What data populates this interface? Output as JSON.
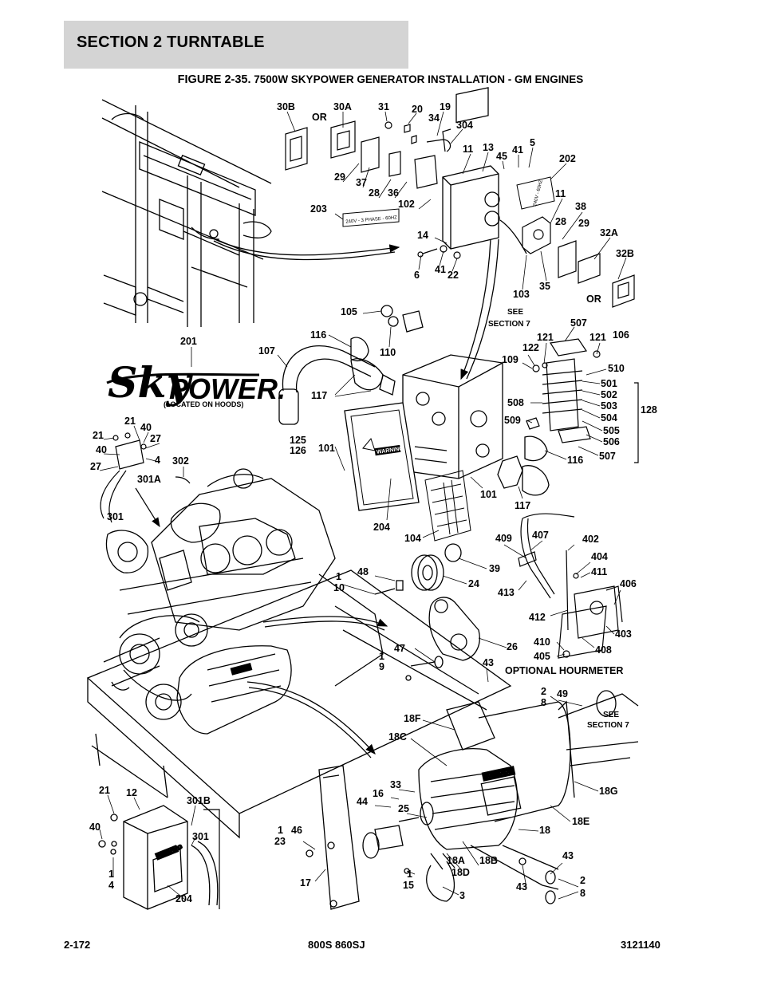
{
  "header": {
    "section": "SECTION 2   TURNTABLE",
    "figure_number": "FIGURE 2-35.",
    "figure_title": "7500W SKYPOWER GENERATOR INSTALLATION - GM ENGINES"
  },
  "logo": {
    "sky": "Sky",
    "power": "POWER.",
    "caption": "(LOCATED ON HOODS)"
  },
  "decals": {
    "label_203": "240V - 3 PHASE - 60HZ",
    "label_202": "240V - 60HZ",
    "warning": "WARNING"
  },
  "notes": {
    "see_section_1": "SEE",
    "see_section_2": "SECTION 7",
    "optional_hourmeter": "OPTIONAL HOURMETER",
    "or": "OR"
  },
  "callouts": {
    "c30B": "30B",
    "c30A": "30A",
    "c31": "31",
    "c20": "20",
    "c19": "19",
    "c34": "34",
    "c304": "304",
    "c11a": "11",
    "c13": "13",
    "c45": "45",
    "c41a": "41",
    "c5": "5",
    "c202": "202",
    "c29a": "29",
    "c37": "37",
    "c28a": "28",
    "c36": "36",
    "c102": "102",
    "c203": "203",
    "c11b": "11",
    "c38": "38",
    "c28b": "28",
    "c29b": "29",
    "c32A": "32A",
    "c32B": "32B",
    "c14": "14",
    "c6": "6",
    "c41b": "41",
    "c22": "22",
    "c103": "103",
    "c35": "35",
    "c105": "105",
    "c116a": "116",
    "c110": "110",
    "c107": "107",
    "c117a": "117",
    "c125": "125",
    "c126": "126",
    "c201": "201",
    "c507a": "507",
    "c121a": "121",
    "c121b": "121",
    "c106": "106",
    "c122": "122",
    "c109": "109",
    "c510": "510",
    "c501": "501",
    "c502": "502",
    "c503": "503",
    "c504": "504",
    "c505": "505",
    "c506": "506",
    "c507b": "507",
    "c508": "508",
    "c509": "509",
    "c128": "128",
    "c116b": "116",
    "c117b": "117",
    "c101a": "101",
    "c101b": "101",
    "c204a": "204",
    "c104": "104",
    "c21a": "21",
    "c40a": "40",
    "c21b": "21",
    "c27a": "27",
    "c40b": "40",
    "c4a": "4",
    "c27b": "27",
    "c302": "302",
    "c301A": "301A",
    "c301a": "301",
    "c409": "409",
    "c407": "407",
    "c402": "402",
    "c404": "404",
    "c411": "411",
    "c406": "406",
    "c413": "413",
    "c412": "412",
    "c403": "403",
    "c410": "410",
    "c405": "405",
    "c408": "408",
    "c1a": "1",
    "c10": "10",
    "c48": "48",
    "c39": "39",
    "c24": "24",
    "c1b": "1",
    "c9": "9",
    "c47": "47",
    "c26": "26",
    "c43a": "43",
    "c2a": "2",
    "c8a": "8",
    "c49": "49",
    "c18F": "18F",
    "c18C": "18C",
    "c33": "33",
    "c16": "16",
    "c44": "44",
    "c25": "25",
    "c18G": "18G",
    "c18E": "18E",
    "c18": "18",
    "c1c": "1",
    "c23": "23",
    "c46": "46",
    "c17": "17",
    "c1d": "1",
    "c15": "15",
    "c18A": "18A",
    "c18D": "18D",
    "c18B": "18B",
    "c3": "3",
    "c43b": "43",
    "c43c": "43",
    "c2b": "2",
    "c8b": "8",
    "c21c": "21",
    "c12": "12",
    "c301B": "301B",
    "c40c": "40",
    "c301b": "301",
    "c1e": "1",
    "c4b": "4",
    "c204b": "204"
  },
  "footer": {
    "page": "2-172",
    "model": "800S 860SJ",
    "doc_number": "3121140"
  }
}
